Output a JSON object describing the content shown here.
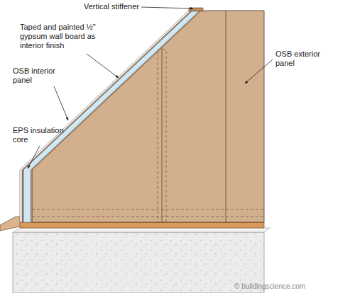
{
  "diagram": {
    "labels": [
      "Vertical stiffener",
      "Taped and painted ½\" gypsum wall board as interior finish",
      "OSB interior panel",
      "EPS insulation core",
      "OSB exterior panel",
      "© buildingscience.com"
    ]
  }
}
